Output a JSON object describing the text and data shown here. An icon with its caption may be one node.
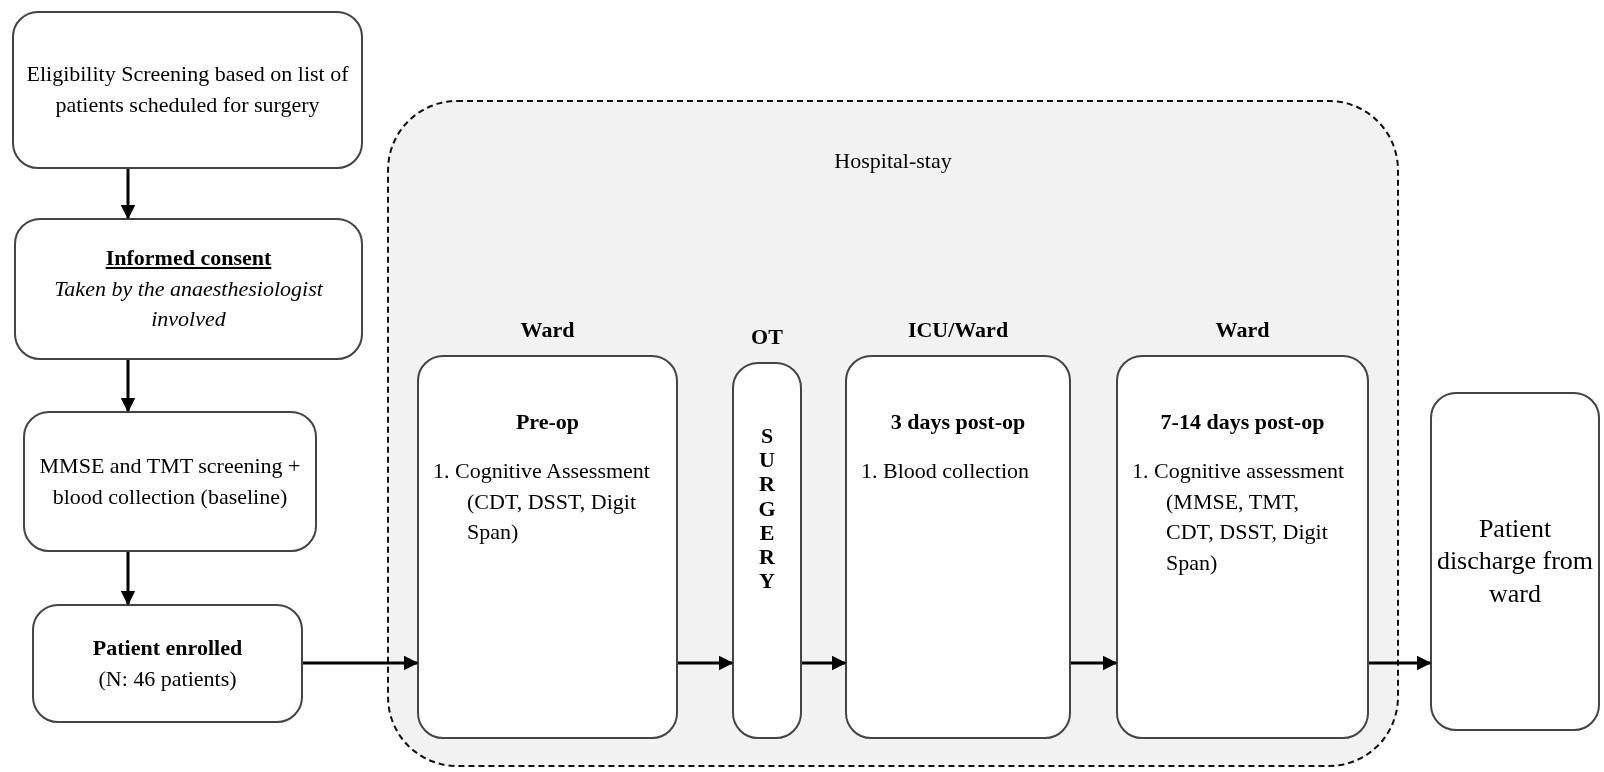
{
  "diagram": {
    "nodes": [
      {
        "text": [
          "Eligibility Screening based on list of patients scheduled for surgery"
        ]
      },
      {
        "text": [
          "Informed consent",
          "Taken by the anaesthesiologist involved"
        ]
      },
      {
        "text": [
          "MMSE and TMT screening + blood collection (baseline)"
        ]
      },
      {
        "text": [
          "Patient enrolled",
          "(N: 46 patients)"
        ]
      },
      {
        "text": [
          "Hospital-stay"
        ]
      },
      {
        "text": [
          "Ward",
          "Pre-op",
          "1. Cognitive Assessment (CDT, DSST, Digit Span)"
        ],
        "in": 4
      },
      {
        "text": [
          "OT",
          "SURGERY"
        ],
        "in": 4
      },
      {
        "text": [
          "ICU/Ward",
          "3 days post-op",
          "1. Blood collection"
        ],
        "in": 4
      },
      {
        "text": [
          "Ward",
          "7-14 days post-op",
          "1. Cognitive assessment (MMSE, TMT, CDT, DSST, Digit Span)"
        ],
        "in": 4
      },
      {
        "text": [
          "Patient discharge from ward"
        ]
      }
    ],
    "edges": [
      {
        "from": 0,
        "to": 1,
        "arrow": "to"
      },
      {
        "from": 1,
        "to": 2,
        "arrow": "to"
      },
      {
        "from": 2,
        "to": 3,
        "arrow": "to"
      },
      {
        "from": 3,
        "to": 5,
        "arrow": "to"
      },
      {
        "from": 5,
        "to": 6,
        "arrow": "to"
      },
      {
        "from": 6,
        "to": 7,
        "arrow": "to"
      },
      {
        "from": 7,
        "to": 8,
        "arrow": "to"
      },
      {
        "from": 8,
        "to": 9,
        "arrow": "to"
      }
    ]
  }
}
